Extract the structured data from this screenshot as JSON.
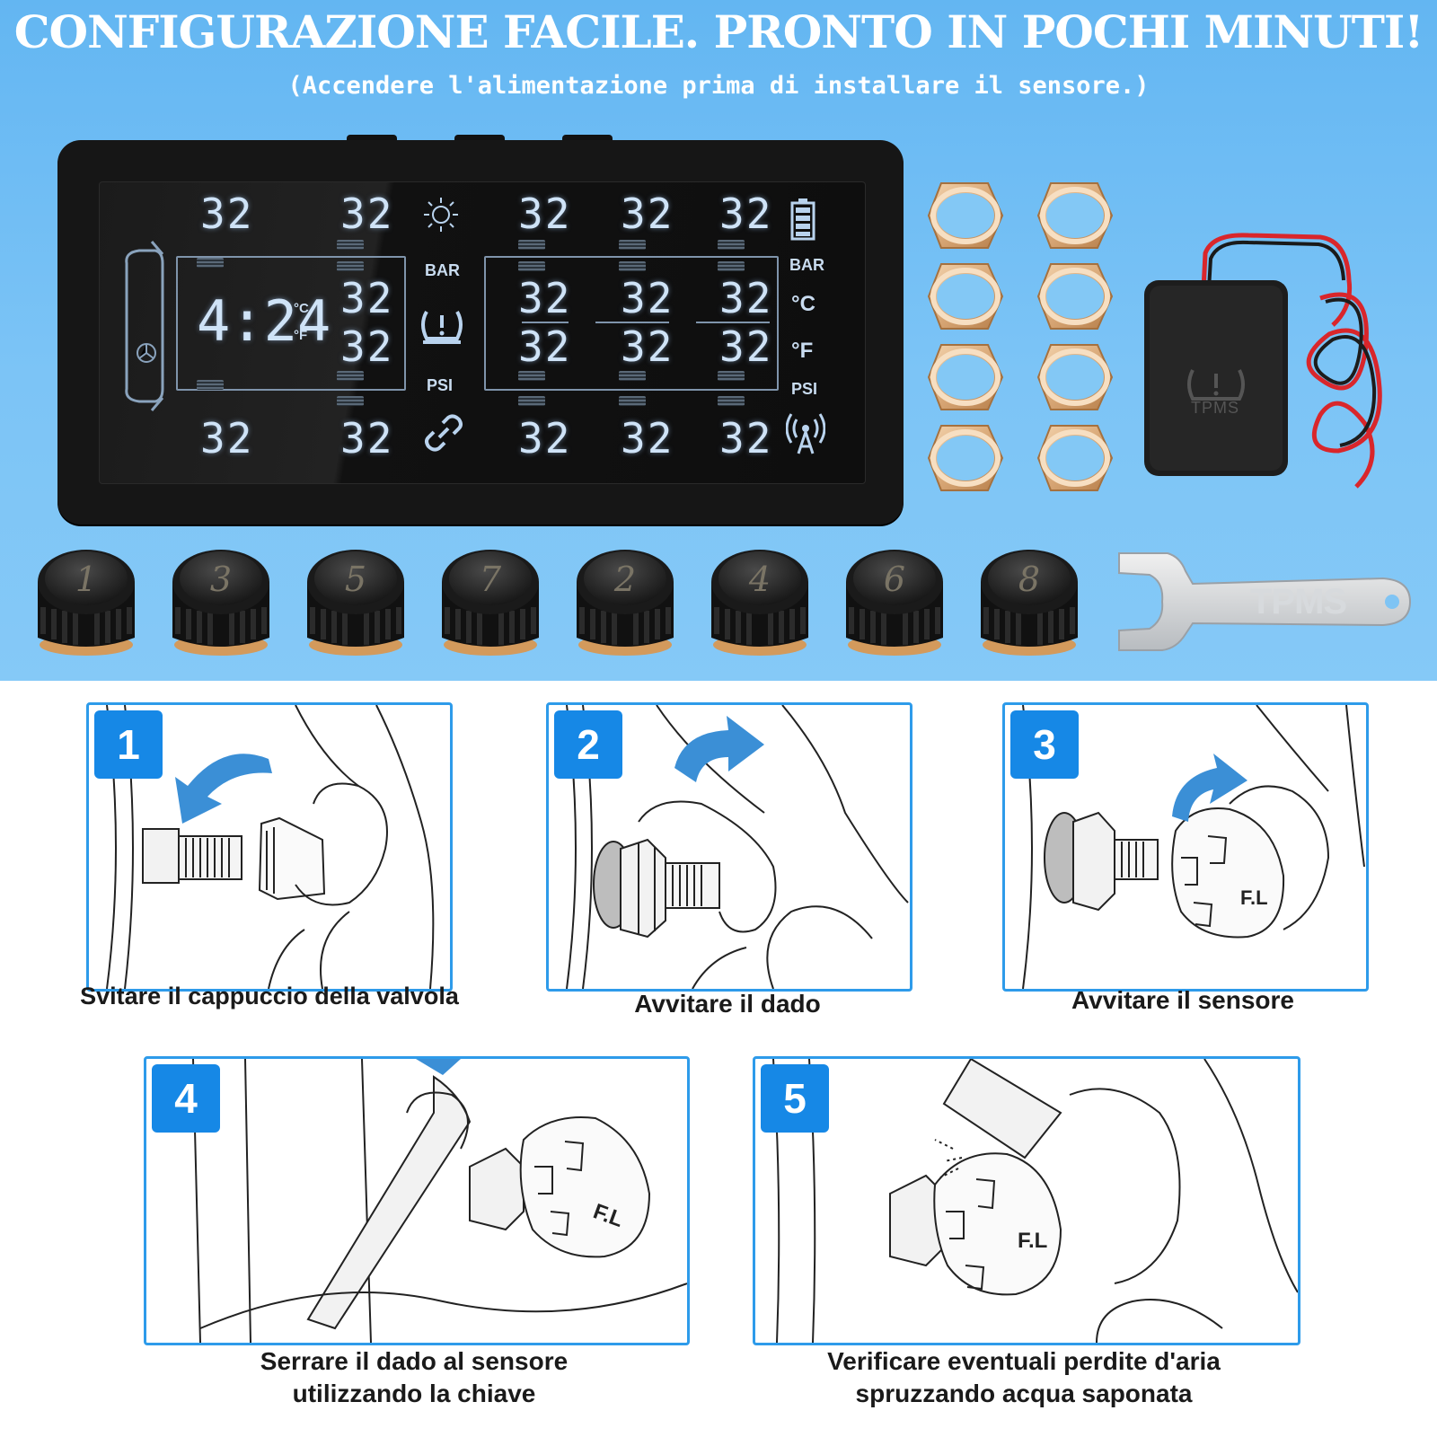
{
  "header": {
    "title": "CONFIGURAZIONE FACILE. PRONTO IN POCHI MINUTI!",
    "subtitle": "(Accendere l'alimentazione prima di installare il sensore.)"
  },
  "monitor": {
    "readings": [
      "32",
      "32",
      "32",
      "32",
      "32",
      "32",
      "32",
      "32",
      "32",
      "32",
      "32",
      "32",
      "32",
      "32",
      "32",
      "32"
    ],
    "time": "4:24",
    "unit_c": "°C",
    "unit_f": "°F",
    "left_unit_bar": "BAR",
    "left_unit_psi": "PSI",
    "right_unit_bar": "BAR",
    "right_unit_c": "°C",
    "right_unit_f": "°F",
    "right_unit_psi": "PSI"
  },
  "receiver_label": "TPMS",
  "sensors": [
    "1",
    "3",
    "5",
    "7",
    "2",
    "4",
    "6",
    "8"
  ],
  "wrench_label": "TPMS",
  "steps": [
    {
      "number": "1",
      "caption": "Svitare il cappuccio della valvola"
    },
    {
      "number": "2",
      "caption": "Avvitare il dado"
    },
    {
      "number": "3",
      "caption": "Avvitare il sensore"
    },
    {
      "number": "4",
      "caption_line1": "Serrare il dado al sensore",
      "caption_line2": "utilizzando la chiave"
    },
    {
      "number": "5",
      "caption_line1": "Verificare eventuali perdite d'aria",
      "caption_line2": "spruzzando acqua saponata"
    }
  ],
  "sensor_marking": "F.L",
  "colors": {
    "sky": "#77c1f4",
    "accent_blue": "#1688e6",
    "panel_border": "#2e9bea",
    "lcd_text": "#cfe3f7",
    "brass": "#d9a877"
  }
}
